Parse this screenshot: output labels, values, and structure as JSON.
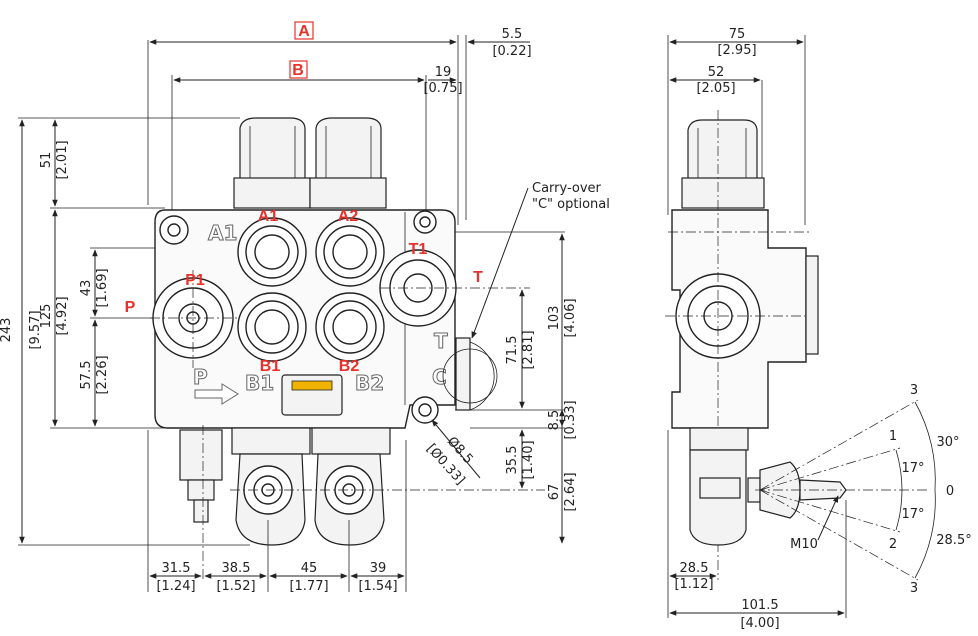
{
  "labels": {
    "A": "A",
    "B": "B",
    "A1": "A1",
    "A2": "A2",
    "B1": "B1",
    "B2": "B2",
    "P": "P",
    "P1": "P1",
    "T": "T",
    "T1": "T1"
  },
  "cast_marks": {
    "a1": "A1",
    "b1": "B1",
    "b2": "B2",
    "t": "T",
    "p": "P",
    "c": "C"
  },
  "notes": {
    "carry_over_1": "Carry-over",
    "carry_over_2": "\"C\" optional",
    "thread": "M10"
  },
  "dims": {
    "d_5_5": "5.5",
    "d_0_22": "[0.22]",
    "d_19": "19",
    "d_0_75": "[0.75]",
    "d_51": "51",
    "d_2_01": "[2.01]",
    "d_243": "243",
    "d_9_57": "[9.57]",
    "d_125": "125",
    "d_4_92": "[4.92]",
    "d_43": "43",
    "d_1_69": "[1.69]",
    "d_57_5": "57.5",
    "d_2_26": "[2.26]",
    "d_103": "103",
    "d_4_06": "[4.06]",
    "d_71_5": "71.5",
    "d_2_81": "[2.81]",
    "d_8_5": "8.5",
    "d_0_33": "[0.33]",
    "d_dia": "Ø8.5",
    "d_dia_in": "[Ø0.33]",
    "d_35_5": "35.5",
    "d_1_40": "[1.40]",
    "d_67": "67",
    "d_2_64": "[2.64]",
    "d_31_5": "31.5",
    "d_1_24": "[1.24]",
    "d_38_5": "38.5",
    "d_1_52": "[1.52]",
    "d_45": "45",
    "d_1_77": "[1.77]",
    "d_39": "39",
    "d_1_54": "[1.54]",
    "d_75": "75",
    "d_2_95": "[2.95]",
    "d_52": "52",
    "d_2_05": "[2.05]",
    "d_28_5": "28.5",
    "d_1_12": "[1.12]",
    "d_101_5": "101.5",
    "d_4_00": "[4.00]"
  },
  "angles": {
    "a30": "30°",
    "a17a": "17°",
    "a17b": "17°",
    "a28_5": "28.5°"
  },
  "positions": {
    "p3a": "3",
    "p1": "1",
    "p0": "0",
    "p2": "2",
    "p3b": "3"
  }
}
